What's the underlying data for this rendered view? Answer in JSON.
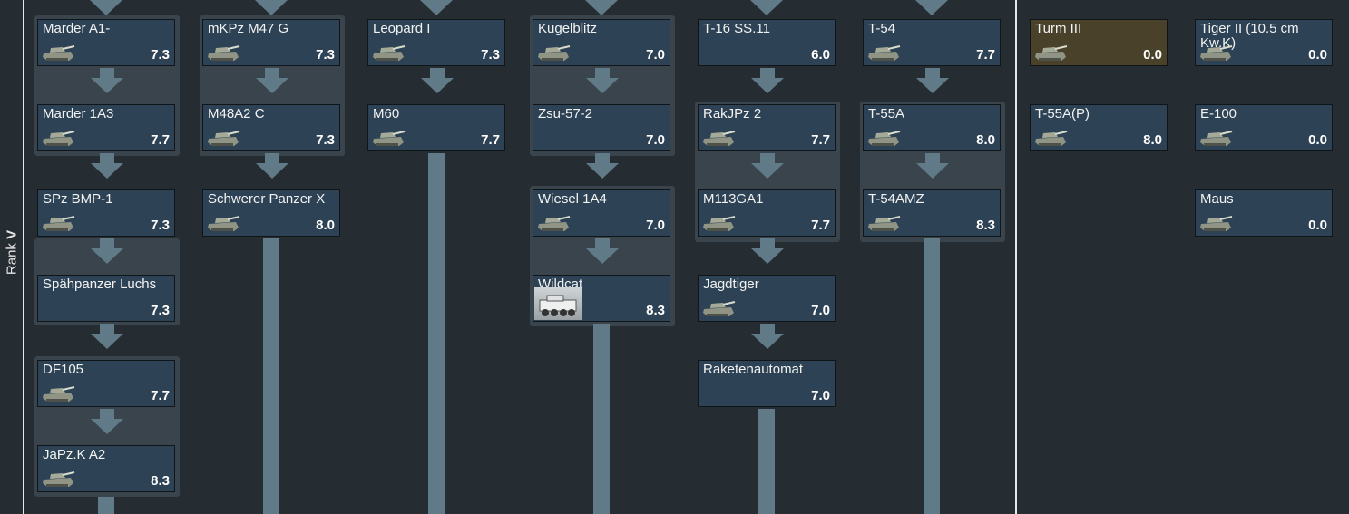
{
  "rank": {
    "prefix": "Rank",
    "value": "V"
  },
  "colors": {
    "card": "#2d4254",
    "premium_card": "#4a412b",
    "connector": "#617a88",
    "group": "#3a444c"
  },
  "columns": [
    {
      "vehicles": [
        {
          "name": "Marder A1-",
          "br": "7.3",
          "icon": "tank-icon"
        },
        {
          "name": "Marder 1A3",
          "br": "7.7",
          "icon": "tank-icon"
        },
        {
          "name": "SPz BMP-1",
          "br": "7.3",
          "icon": "tank-icon"
        },
        {
          "name": "Spähpanzer Luchs",
          "br": "7.3",
          "icon": "tank-icon"
        },
        {
          "name": "DF105",
          "br": "7.7",
          "icon": "tank-icon"
        },
        {
          "name": "JaPz.K A2",
          "br": "8.3",
          "icon": "tank-icon"
        }
      ]
    },
    {
      "vehicles": [
        {
          "name": "mKPz M47 G",
          "br": "7.3",
          "icon": "tank-icon"
        },
        {
          "name": "M48A2 C",
          "br": "7.3",
          "icon": "tank-icon"
        },
        {
          "name": "Schwerer Panzer X",
          "br": "8.0",
          "icon": "tank-icon"
        }
      ]
    },
    {
      "vehicles": [
        {
          "name": "Leopard I",
          "br": "7.3",
          "icon": "tank-icon"
        },
        {
          "name": "M60",
          "br": "7.7",
          "icon": "tank-icon"
        }
      ]
    },
    {
      "vehicles": [
        {
          "name": "Kugelblitz",
          "br": "7.0",
          "icon": "tank-icon"
        },
        {
          "name": "Zsu-57-2",
          "br": "7.0",
          "icon": "none"
        },
        {
          "name": "Wiesel 1A4",
          "br": "7.0",
          "icon": "tank-icon"
        },
        {
          "name": "Wildcat",
          "br": "8.3",
          "icon": "photo-icon"
        }
      ]
    },
    {
      "vehicles": [
        {
          "name": "T-16 SS.11",
          "br": "6.0",
          "icon": "none"
        },
        {
          "name": "RakJPz 2",
          "br": "7.7",
          "icon": "tank-icon"
        },
        {
          "name": "M113GA1",
          "br": "7.7",
          "icon": "tank-icon"
        },
        {
          "name": "Jagdtiger",
          "br": "7.0",
          "icon": "tank-icon"
        },
        {
          "name": "Raketenautomat",
          "br": "7.0",
          "icon": "none"
        }
      ]
    },
    {
      "vehicles": [
        {
          "name": "T-54",
          "br": "7.7",
          "icon": "tank-icon"
        },
        {
          "name": "T-55A",
          "br": "8.0",
          "icon": "tank-icon"
        },
        {
          "name": "T-54AMZ",
          "br": "8.3",
          "icon": "tank-icon"
        }
      ]
    }
  ],
  "premium": [
    {
      "name": "Turm III",
      "br": "0.0",
      "icon": "tank-icon"
    },
    {
      "name": "Tiger II (10.5 cm Kw.K)",
      "br": "0.0",
      "icon": "tank-icon"
    },
    {
      "name": "T-55A(P)",
      "br": "8.0",
      "icon": "tank-icon"
    },
    {
      "name": "E-100",
      "br": "0.0",
      "icon": "tank-icon"
    },
    {
      "name": "Maus",
      "br": "0.0",
      "icon": "tank-icon"
    }
  ]
}
